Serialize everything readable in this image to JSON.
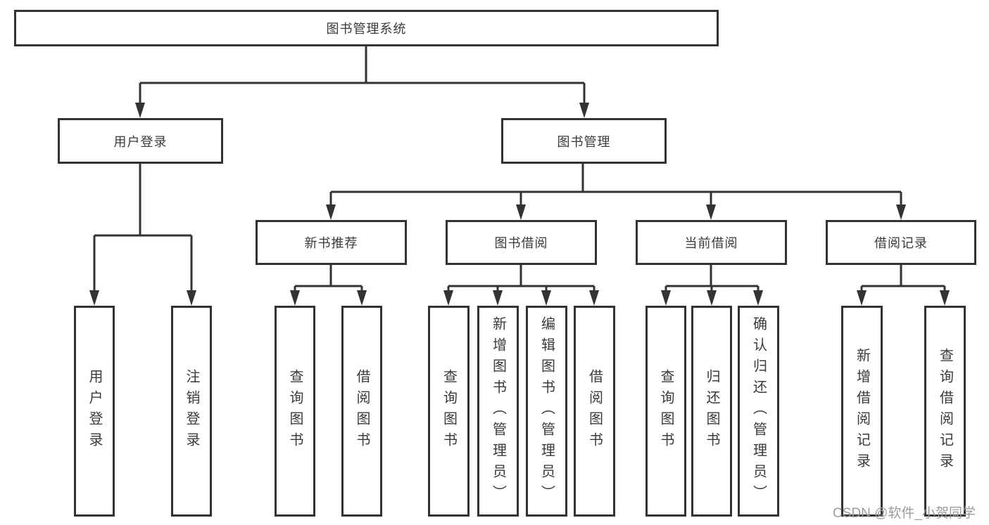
{
  "diagram": {
    "root": {
      "label": "图书管理系统",
      "children": [
        {
          "label": "用户登录",
          "children": [
            {
              "label": "用户登录"
            },
            {
              "label": "注销登录"
            }
          ]
        },
        {
          "label": "图书管理",
          "children": [
            {
              "label": "新书推荐",
              "children": [
                {
                  "label": "查询图书"
                },
                {
                  "label": "借阅图书"
                }
              ]
            },
            {
              "label": "图书借阅",
              "children": [
                {
                  "label": "查询图书"
                },
                {
                  "label": "新增图书（管理员）"
                },
                {
                  "label": "编辑图书（管理员）"
                },
                {
                  "label": "借阅图书"
                }
              ]
            },
            {
              "label": "当前借阅",
              "children": [
                {
                  "label": "查询图书"
                },
                {
                  "label": "归还图书"
                },
                {
                  "label": "确认归还（管理员）"
                }
              ]
            },
            {
              "label": "借阅记录",
              "children": [
                {
                  "label": "新增借阅记录"
                },
                {
                  "label": "查询借阅记录"
                }
              ]
            }
          ]
        }
      ]
    }
  },
  "watermark": "CSDN @软件_小贺同学",
  "colors": {
    "line": "#333333",
    "box_border": "#333333",
    "text": "#3a3a3a",
    "watermark": "#9c9c9c",
    "background": "#ffffff"
  }
}
